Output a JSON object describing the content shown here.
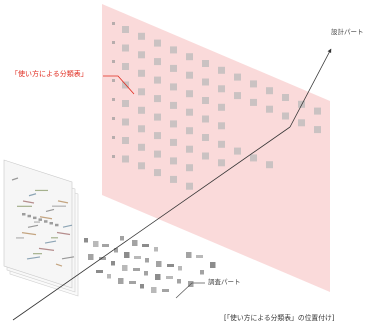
{
  "labels": {
    "design_part": "設計パート",
    "usage_table": "「使い方による分類表」",
    "survey_part": "調査パート",
    "caption": "[「使い方による分類表」の位置付け]"
  },
  "colors": {
    "design_plane": "#f9d6d6",
    "accent": "#e02a1e",
    "thumb": "#b9b9b9",
    "survey_paper": "#f6f6f6",
    "line": "#333333"
  }
}
